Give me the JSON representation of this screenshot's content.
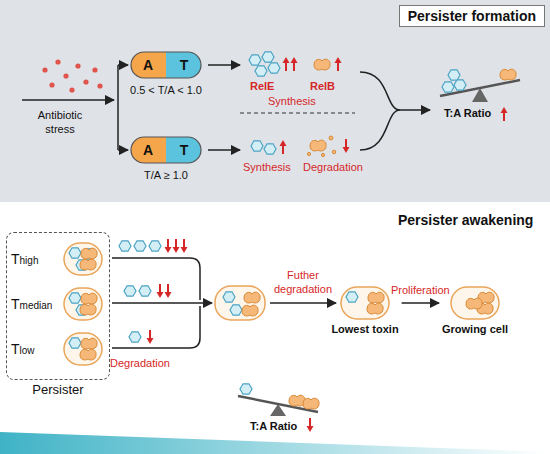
{
  "diagram": {
    "nodes": [
      {
        "text": [
          "Persister formation"
        ]
      },
      {
        "text": [
          "A",
          "T"
        ]
      },
      {
        "text": [
          "A",
          "T"
        ]
      },
      {
        "text": [
          "Persister"
        ]
      },
      {
        "text": [
          "Thigh"
        ],
        "in": 3
      },
      {
        "text": [
          "Tmedian"
        ],
        "in": 3
      },
      {
        "text": [
          "Tlow"
        ],
        "in": 3
      },
      {
        "text": [
          "Lowest toxin"
        ]
      },
      {
        "text": [
          "Growing cell"
        ]
      }
    ],
    "edges": [
      {
        "from": 7,
        "to": 8,
        "arrow": "to",
        "label": "Proliferation"
      }
    ],
    "labels": [
      "Antibiotic stress",
      "0.5 < T/A < 1.0",
      "T/A ≥ 1.0",
      "RelE",
      "RelB",
      "Synthesis",
      "Synthesis",
      "Degradation",
      "T:A Ratio",
      "Persister awakening",
      "Degradation",
      "Futher degradation",
      "T:A Ratio"
    ]
  }
}
